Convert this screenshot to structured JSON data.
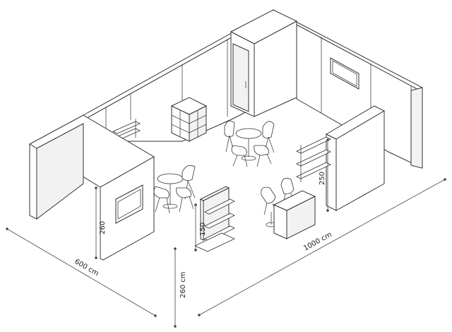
{
  "dimensions": {
    "width": "600 cm",
    "length": "1000 cm",
    "height": "260 cm",
    "storage_height": "260",
    "left_shelf_height": "150",
    "partition_height": "250"
  },
  "colors": {
    "line": "#333333",
    "background": "#ffffff"
  }
}
